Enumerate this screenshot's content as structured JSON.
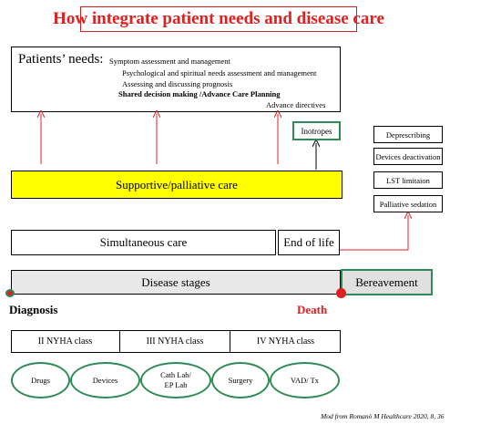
{
  "title": "How integrate patient needs and disease care",
  "patient_needs": {
    "heading": "Patients’ needs:",
    "items": [
      "Symptom  assessment and management",
      "Psychological and spiritual needs assessment and management",
      "Assessing and discussing prognosis",
      "Shared decision making /Advance Care Planning",
      "Advance directives"
    ]
  },
  "inotropes": "Inotropes",
  "end_of_life_options": [
    "Deprescribing",
    "Devices deactivation",
    "LST limitaion",
    "Palliative sedation"
  ],
  "supportive_care": "Supportive/palliative care",
  "simultaneous_care": "Simultaneous care",
  "end_of_life": "End of life",
  "disease_stages": "Disease stages",
  "bereavement": "Bereavement",
  "diagnosis": "Diagnosis",
  "death": "Death",
  "nyha_classes": [
    "II NYHA class",
    "III NYHA class",
    "IV NYHA class"
  ],
  "therapies": [
    "Drugs",
    "Devices",
    "Cath Lab/\nEP Lab",
    "Surgery",
    "VAD/ Tx"
  ],
  "credit": "Mod from Romanò M Healthcare 2020, 8, 36",
  "colors": {
    "red": "#e02020",
    "green": "#2e8b57",
    "yellow": "#ffff00",
    "grey": "#e8e8e8"
  }
}
